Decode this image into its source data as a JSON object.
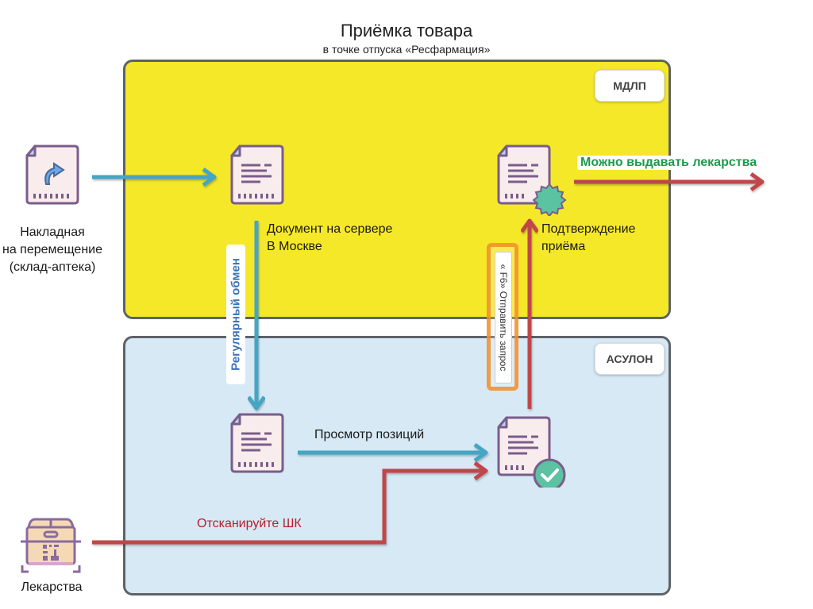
{
  "header": {
    "title": "Приёмка товара",
    "subtitle": "в точке отпуска «Ресфармация»"
  },
  "zones": {
    "mdlp": {
      "label": "МДЛП",
      "color": "#f5e829"
    },
    "asulon": {
      "label": "АСУЛОН",
      "color": "#d6e9f5"
    }
  },
  "nodes": {
    "invoice": {
      "icon": "document-share-icon",
      "lines": [
        "Накладная",
        "на перемещение",
        "(склад-аптека)"
      ]
    },
    "server_doc": {
      "icon": "document-icon",
      "lines": [
        "Документ на сервере",
        "В Москве"
      ]
    },
    "confirmation": {
      "icon": "document-certificate-icon",
      "lines": [
        "Подтверждение",
        "приёма"
      ]
    },
    "local_doc": {
      "icon": "document-icon"
    },
    "checked_doc": {
      "icon": "document-checked-icon"
    },
    "medicines": {
      "icon": "box-barcode-icon",
      "label": "Лекарства"
    }
  },
  "edges": {
    "regular_exchange": {
      "label": "Регулярный обмен",
      "color": "#45a5c4"
    },
    "view_positions": {
      "label": "Просмотр позиций",
      "color": "#45a5c4"
    },
    "scan_barcode": {
      "label": "Отсканируйте ШК",
      "color": "#c0474a"
    },
    "send_request": {
      "label": "« F6» Отправить запрос",
      "color": "#c0474a"
    },
    "can_dispense": {
      "label": "Можно выдавать лекарства",
      "color": "#c0474a",
      "label_color": "#1f9a4c"
    },
    "invoice_to_server": {
      "color": "#45a5c4"
    }
  }
}
